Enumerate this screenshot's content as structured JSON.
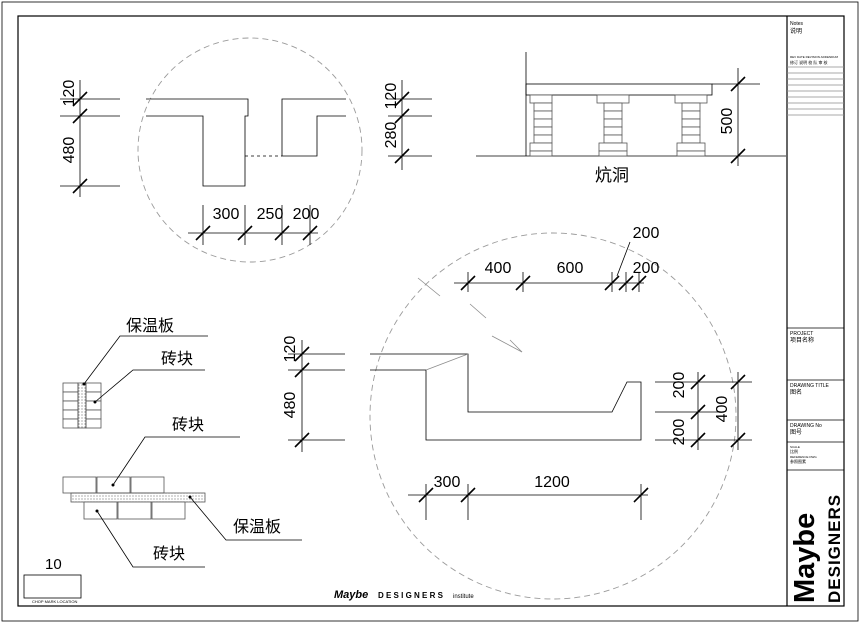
{
  "labels": {
    "kang_hole": "炕洞",
    "insulation_board_1": "保温板",
    "brick_1": "砖块",
    "brick_2": "砖块",
    "insulation_board_2": "保温板",
    "brick_3": "砖块",
    "page_number": "10",
    "footer_brand": "Maybe",
    "footer_designers": "D E S I G N E R S",
    "footer_institute": "institute",
    "stamp_caption": "CHOP MARK LOCATION"
  },
  "dimensions": {
    "d1_120": "120",
    "d1_480": "480",
    "d1_300": "300",
    "d1_250": "250",
    "d1_200": "200",
    "d2_120": "120",
    "d2_280": "280",
    "d2_500": "500",
    "d3_400": "400",
    "d3_600": "600",
    "d3_200a": "200",
    "d3_200b": "200",
    "d3_120": "120",
    "d3_480": "480",
    "d3_200r1": "200",
    "d3_200r2": "200",
    "d3_400r": "400",
    "d3_300": "300",
    "d3_1200": "1200"
  },
  "title_block": {
    "notes_en": "Notes",
    "notes_cn": "说明",
    "revision_en": "REV   DATE   REVISION ADDENDUM",
    "revision_cn": "修订  说明  校  队  审 核",
    "project_en": "PROJECT",
    "project_cn": "项目名称",
    "drawing_title_en": "DRAWING TITLE",
    "drawing_title_cn": "图名",
    "drawing_no_en": "DRAWING No",
    "drawing_no_cn": "图号",
    "scale_en": "SCALE",
    "scale_cn": "比例",
    "ref_en": "REFERENCE DWG",
    "ref_cn": "参照图素",
    "brand": "Maybe",
    "brand_sub": "DESIGNERS"
  }
}
